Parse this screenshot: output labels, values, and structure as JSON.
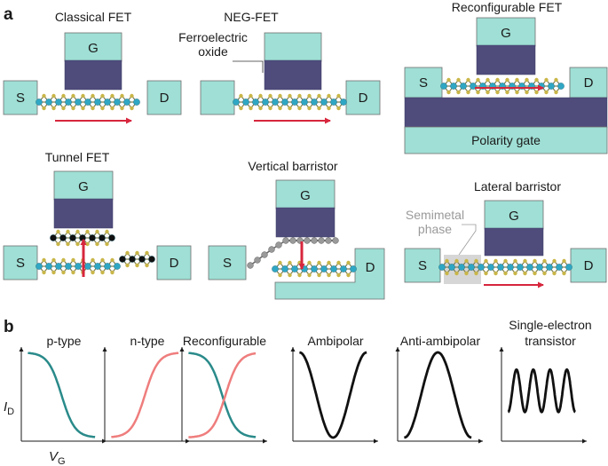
{
  "panel_a": {
    "letter": "a",
    "classical": {
      "title": "Classical FET",
      "gate": "G",
      "source": "S",
      "drain": "D"
    },
    "neg": {
      "title": "NEG-FET",
      "gate": "",
      "drain": "D",
      "oxide_label_line1": "Ferroelectric",
      "oxide_label_line2": "oxide"
    },
    "reconfigurable": {
      "title": "Reconfigurable FET",
      "gate": "G",
      "source": "S",
      "drain": "D",
      "polarity_gate": "Polarity gate"
    },
    "tunnel": {
      "title": "Tunnel FET",
      "gate": "G",
      "source": "S",
      "drain": "D"
    },
    "vertical": {
      "title": "Vertical barristor",
      "gate": "G",
      "source": "S",
      "drain": "D"
    },
    "lateral": {
      "title": "Lateral barristor",
      "gate": "G",
      "source": "S",
      "drain": "D",
      "semimetal_line1": "Semimetal",
      "semimetal_line2": "phase"
    }
  },
  "panel_b": {
    "letter": "b",
    "ylabel_main": "I",
    "ylabel_sub": "D",
    "xlabel_main": "V",
    "xlabel_sub": "G",
    "plots": [
      {
        "title": "p-type"
      },
      {
        "title": "n-type"
      },
      {
        "title": "Reconfigurable"
      },
      {
        "title": "Ambipolar"
      },
      {
        "title": "Anti-ambipolar"
      },
      {
        "title_line1": "Single-electron",
        "title_line2": "transistor"
      }
    ]
  },
  "colors": {
    "gate_fill": "#9fdfd5",
    "oxide_fill": "#4f4c7c",
    "atom_teal": "#2fa7c4",
    "atom_yellow": "#c9b648",
    "atom_black": "#111111",
    "atom_grey": "#9a9a9a",
    "arrow_red": "#d7263d",
    "curve_teal": "#2a8a8a",
    "curve_red": "#ef7d7d",
    "semimetal_region": "#d6d6d6"
  }
}
